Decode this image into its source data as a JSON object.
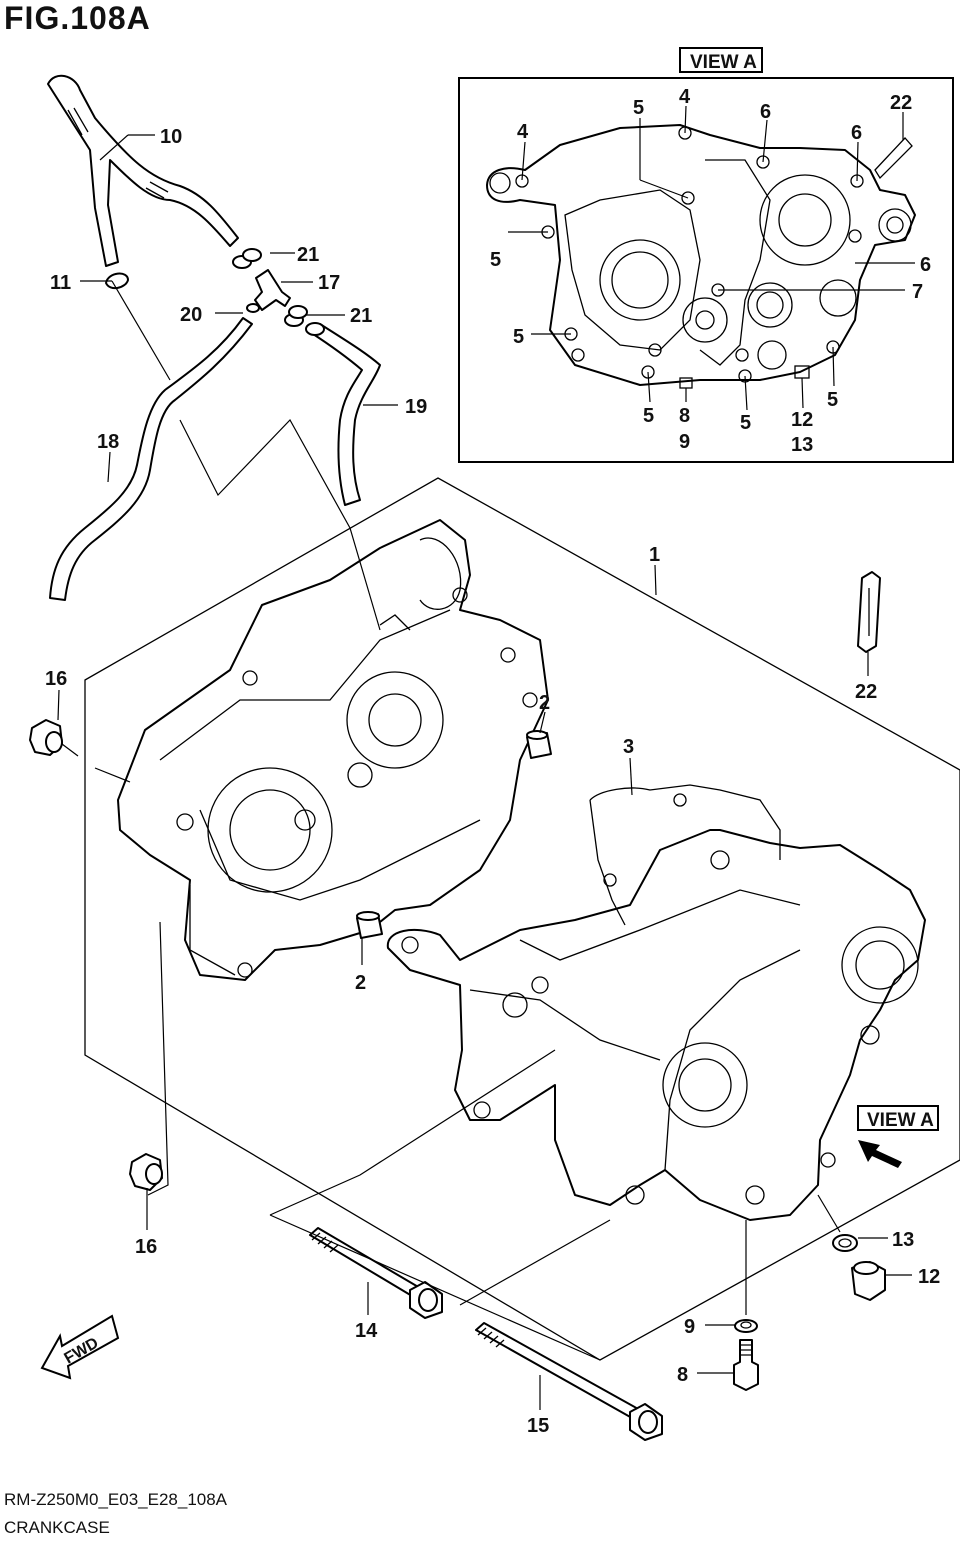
{
  "figure_title": "FIG.108A",
  "drawing_code": "RM-Z250M0_E03_E28_108A",
  "drawing_name": "CRANKCASE",
  "view_label": "VIEW A",
  "fwd_label": "FWD",
  "callouts": {
    "c1": "1",
    "c2a": "2",
    "c2b": "2",
    "c3": "3",
    "c4a": "4",
    "c4b": "4",
    "c5a": "5",
    "c5b": "5",
    "c5c": "5",
    "c5d": "5",
    "c5e": "5",
    "c5f": "5",
    "c6a": "6",
    "c6b": "6",
    "c6c": "6",
    "c7": "7",
    "c8a": "8",
    "c8b": "8",
    "c9a": "9",
    "c9b": "9",
    "c10": "10",
    "c11": "11",
    "c12a": "12",
    "c12b": "12",
    "c13a": "13",
    "c13b": "13",
    "c14": "14",
    "c15": "15",
    "c16a": "16",
    "c16b": "16",
    "c17": "17",
    "c18": "18",
    "c19": "19",
    "c20": "20",
    "c21a": "21",
    "c21b": "21",
    "c22a": "22",
    "c22b": "22"
  }
}
